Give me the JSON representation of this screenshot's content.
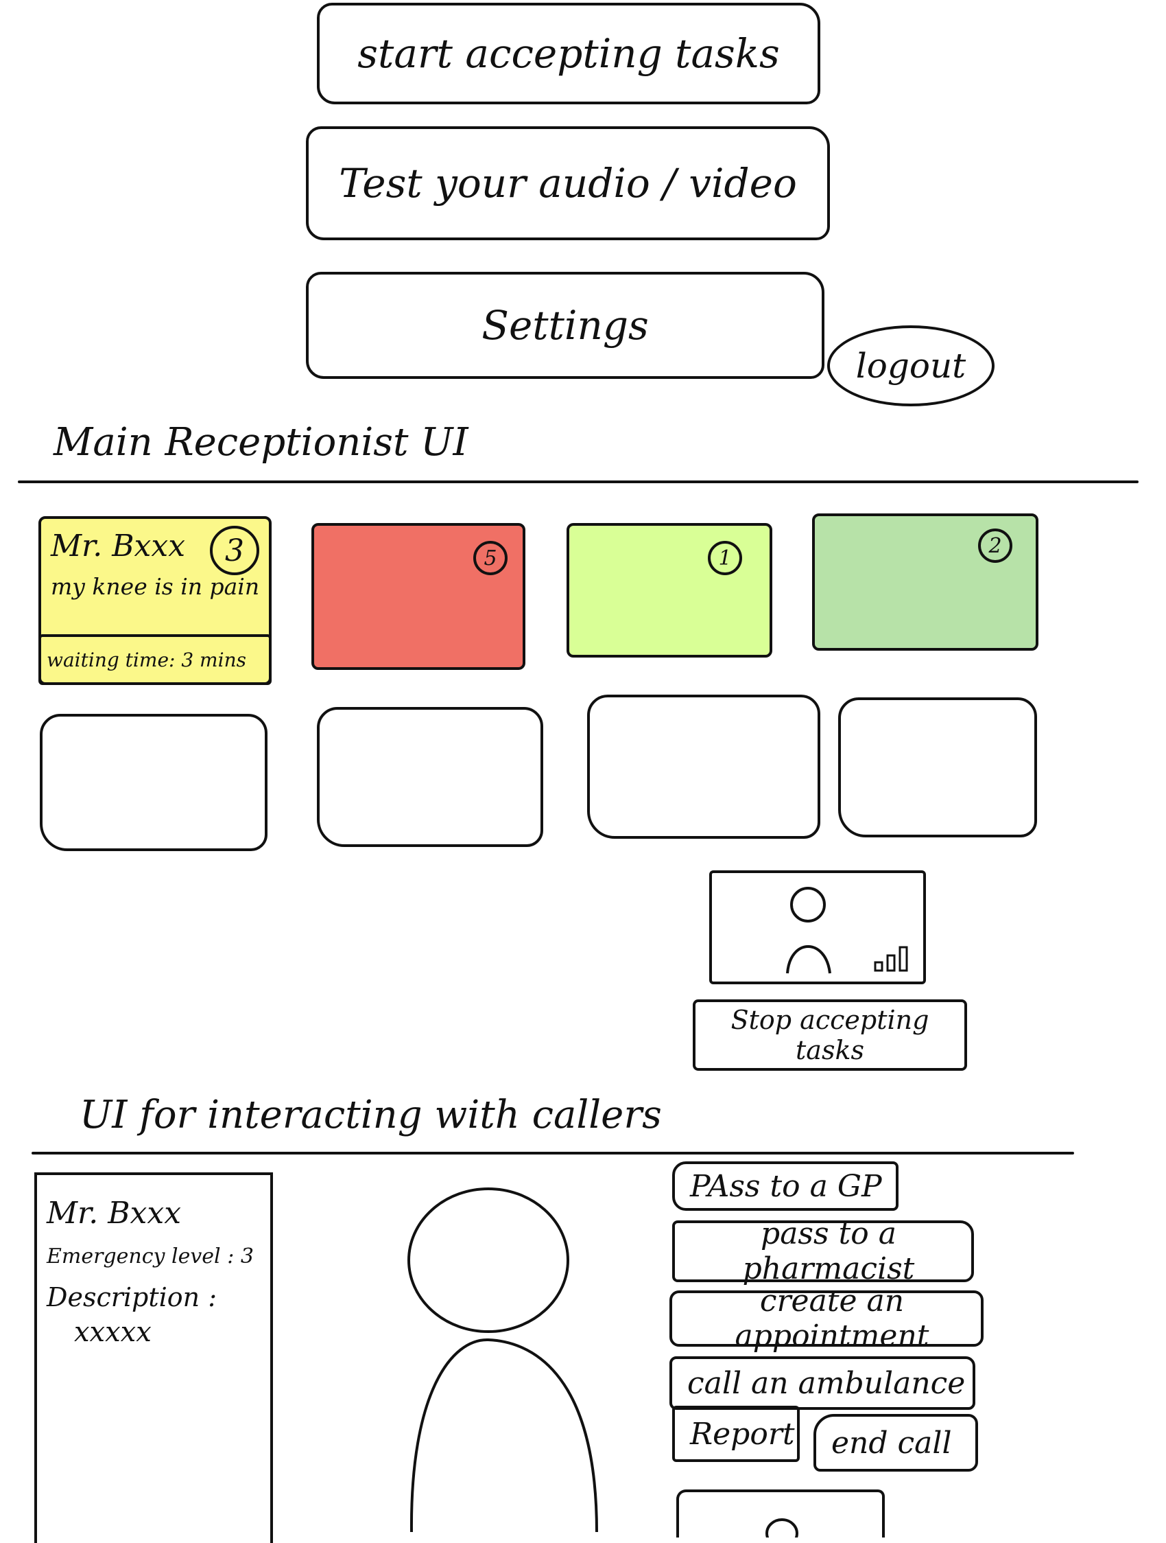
{
  "menu": {
    "start_label": "start accepting tasks",
    "test_label": "Test your audio / video",
    "settings_label": "Settings",
    "logout_label": "logout"
  },
  "receptionist": {
    "heading": "Main Receptionist UI",
    "tasks": [
      {
        "name": "Mr. Bxxx",
        "message": "my knee is in pain",
        "waiting": "waiting time: 3 mins",
        "level": "3",
        "color": "#fbf88a"
      },
      {
        "name": "",
        "message": "",
        "waiting": "",
        "level": "5",
        "color": "#f07065"
      },
      {
        "name": "",
        "message": "",
        "waiting": "",
        "level": "1",
        "color": "#d9ff96"
      },
      {
        "name": "",
        "message": "",
        "waiting": "",
        "level": "2",
        "color": "#b7e2a8"
      }
    ],
    "stop_label": "Stop accepting tasks"
  },
  "callers": {
    "heading": "UI for interacting with callers",
    "caller_name": "Mr. Bxxx",
    "emergency_level": "Emergency level : 3",
    "description_label": "Description :",
    "description_value": "xxxxx",
    "actions": {
      "pass_gp": "PAss to a GP",
      "pass_pharmacist": "pass to a pharmacist",
      "create_appointment": "create an appointment",
      "call_ambulance": "call an ambulance",
      "report": "Report",
      "end_call": "end call"
    }
  },
  "colors": {
    "ink": "#111111",
    "level_3": "#fbf88a",
    "level_5": "#f07065",
    "level_1": "#d9ff96",
    "level_2": "#b7e2a8"
  }
}
